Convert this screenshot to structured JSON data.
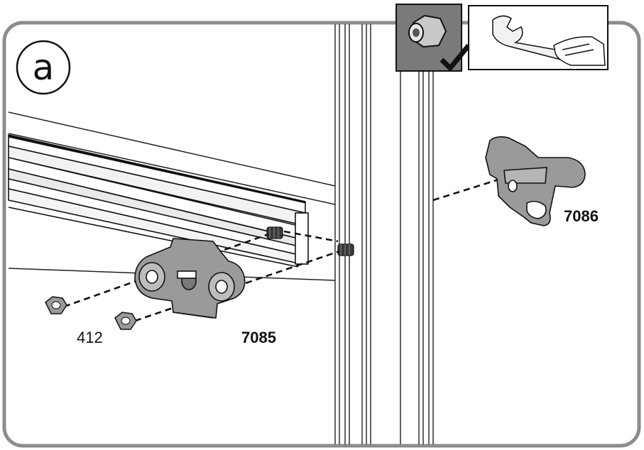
{
  "step": {
    "letter": "a"
  },
  "parts": [
    {
      "id": "412",
      "label": "412"
    },
    {
      "id": "7085",
      "label": "7085"
    },
    {
      "id": "7086",
      "label": "7086"
    }
  ],
  "tool_hint": {
    "tool": "wrench-icon",
    "check": "checkmark-icon",
    "nut": "nut-icon"
  },
  "colors": {
    "frame": "#8c8c8c",
    "part": "#9a9a9a",
    "part_dark": "#6e6e6e",
    "line": "#111111",
    "panel_dark": "#7a7a7a"
  }
}
